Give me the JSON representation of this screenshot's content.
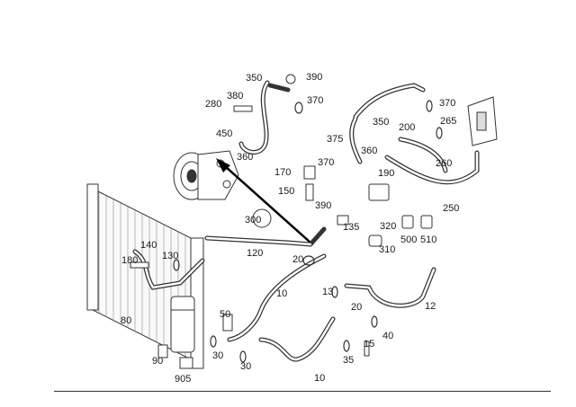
{
  "part_labels": {
    "p350a": "350",
    "p390": "390",
    "p380": "380",
    "p370a": "370",
    "p280": "280",
    "p450": "450",
    "p360a": "360",
    "p370b": "370",
    "p350b": "350",
    "p265": "265",
    "p200": "200",
    "p375": "375",
    "p360b": "360",
    "p370c": "370",
    "p190": "190",
    "p260": "260",
    "p170": "170",
    "p150": "150",
    "p390b": "390",
    "p250": "250",
    "p300": "300",
    "p135": "135",
    "p320": "320",
    "p500": "500",
    "p510": "510",
    "p310": "310",
    "p140": "140",
    "p130": "130",
    "p180": "180",
    "p120": "120",
    "p20a": "20",
    "p10a": "10",
    "p13": "13",
    "p12": "12",
    "p20b": "20",
    "p80": "80",
    "p50": "50",
    "p40": "40",
    "p15": "15",
    "p30a": "30",
    "p30b": "30",
    "p35": "35",
    "p90": "90",
    "p905": "905",
    "p10b": "10"
  }
}
